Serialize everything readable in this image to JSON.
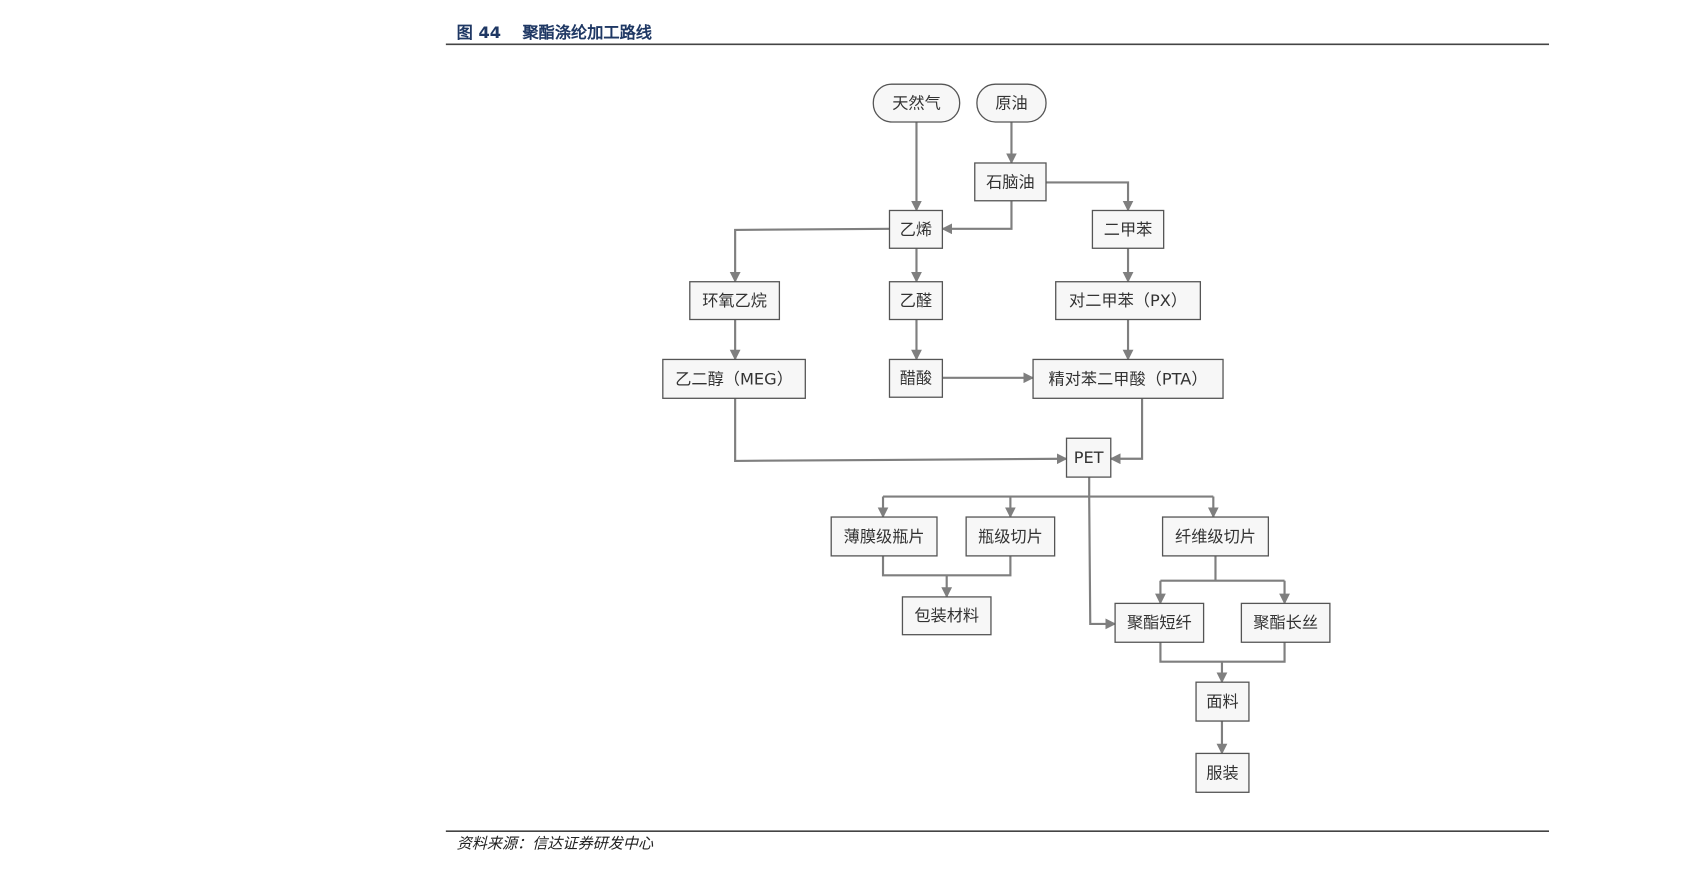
{
  "header": {
    "figure_label": "图 44",
    "title": "聚酯涤纶加工路线"
  },
  "footer": {
    "source": "资料来源：信达证券研发中心"
  },
  "nodes": {
    "natural_gas": "天然气",
    "crude_oil": "原油",
    "naphtha": "石脑油",
    "ethylene": "乙烯",
    "xylene": "二甲苯",
    "ethylene_oxide": "环氧乙烷",
    "acetaldehyde": "乙醛",
    "px": "对二甲苯（PX）",
    "meg": "乙二醇（MEG）",
    "acetic_acid": "醋酸",
    "pta": "精对苯二甲酸（PTA）",
    "pet": "PET",
    "film_bottle_chip": "薄膜级瓶片",
    "bottle_chip": "瓶级切片",
    "fiber_chip": "纤维级切片",
    "packaging": "包装材料",
    "staple_fiber": "聚酯短纤",
    "filament": "聚酯长丝",
    "fabric": "面料",
    "apparel": "服装"
  },
  "colors": {
    "title": "#1f3864",
    "edge": "#7f7f7f",
    "node_fill": "#f7f7f7"
  }
}
